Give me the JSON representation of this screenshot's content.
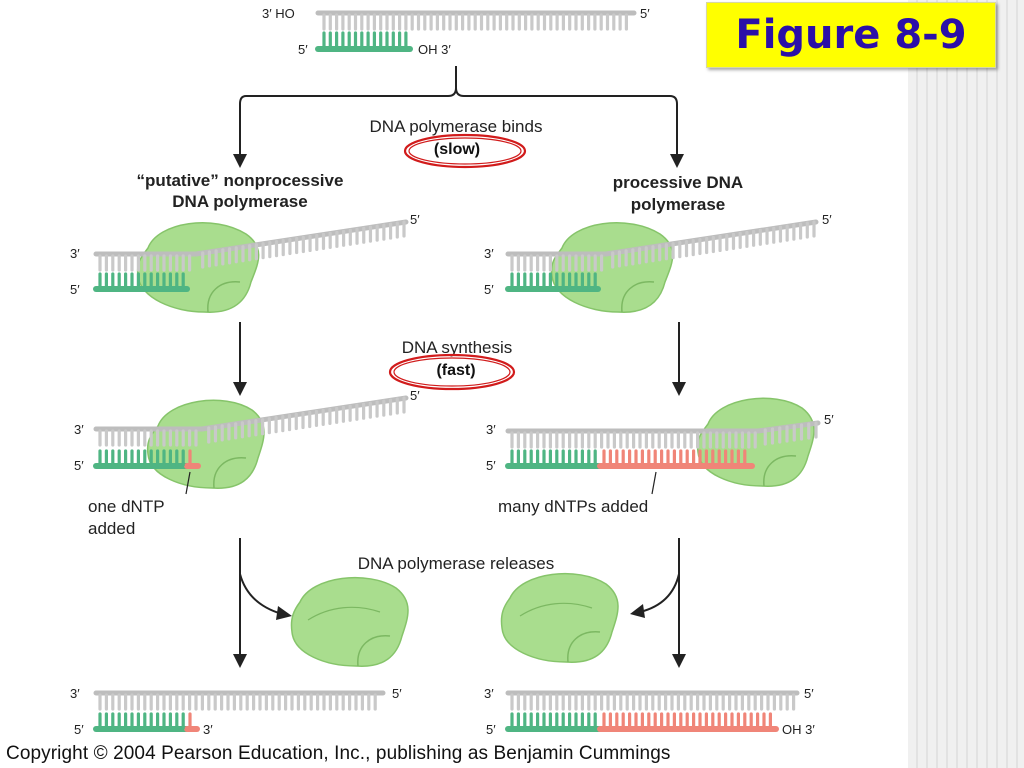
{
  "figure_label": "Figure 8-9",
  "top": {
    "tl": "3′ HO",
    "tr": "5′",
    "bl": "5′",
    "br": "OH 3′"
  },
  "step1": {
    "line1": "DNA polymerase binds",
    "line2": "(slow)"
  },
  "left_title": {
    "line1": "“putative” nonprocessive",
    "line2": "DNA polymerase"
  },
  "right_title": {
    "line1": "processive DNA",
    "line2": "polymerase"
  },
  "step2": {
    "line1": "DNA synthesis",
    "line2": "(fast)"
  },
  "left_note": {
    "line1": "one dNTP",
    "line2": "added"
  },
  "right_note": "many dNTPs added",
  "step3": "DNA polymerase releases",
  "ends": {
    "three_prime": "3′",
    "five_prime": "5′",
    "oh3": "OH 3′"
  },
  "copyright": "Copyright © 2004 Pearson Education, Inc., publishing as Benjamin Cummings",
  "colors": {
    "template": "#bdbdbd",
    "primer": "#4fb583",
    "new_dna": "#f08578",
    "polymerase": "#a9dd8e",
    "badge": "#ffff00",
    "badge_text": "#2b0fa8",
    "highlight": "#d11b1b"
  }
}
